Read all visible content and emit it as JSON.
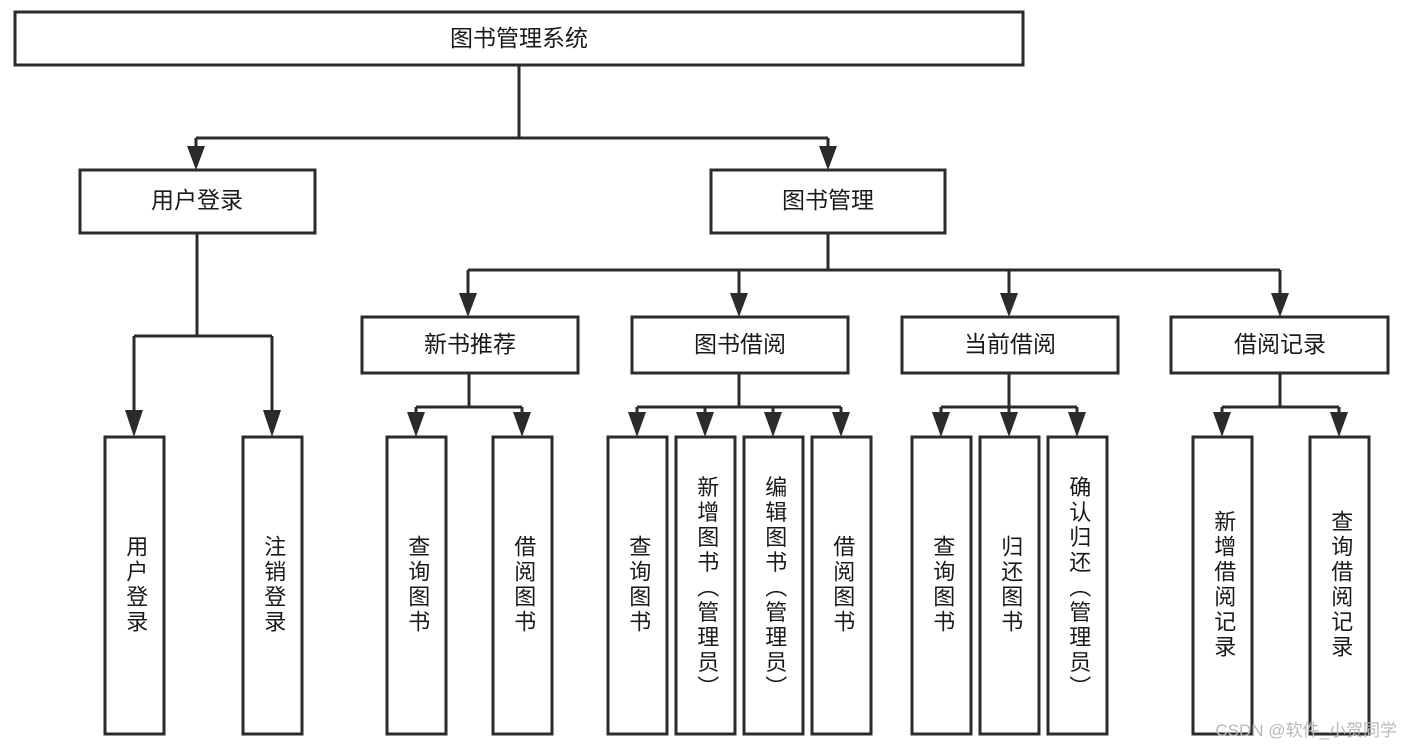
{
  "diagram": {
    "title": "图书管理系统",
    "watermark": "CSDN @软件_小贺同学",
    "colors": {
      "stroke": "#2b2b2b",
      "fill": "#ffffff",
      "text": "#1a1a1a",
      "background": "#ffffff",
      "watermark": "#b9b9b9"
    },
    "root": {
      "label": "图书管理系统"
    },
    "level2": [
      {
        "label": "用户登录"
      },
      {
        "label": "图书管理"
      }
    ],
    "level3": [
      {
        "label": "新书推荐"
      },
      {
        "label": "图书借阅"
      },
      {
        "label": "当前借阅"
      },
      {
        "label": "借阅记录"
      }
    ],
    "leaves": {
      "user_login": [
        {
          "label": "用户登录"
        },
        {
          "label": "注销登录"
        }
      ],
      "new_book_recommend": [
        {
          "label": "查询图书"
        },
        {
          "label": "借阅图书"
        }
      ],
      "book_borrow": [
        {
          "label": "查询图书"
        },
        {
          "label": "新增图书（管理员）"
        },
        {
          "label": "编辑图书（管理员）"
        },
        {
          "label": "借阅图书"
        }
      ],
      "current_borrow": [
        {
          "label": "查询图书"
        },
        {
          "label": "归还图书"
        },
        {
          "label": "确认归还（管理员）"
        }
      ],
      "borrow_record": [
        {
          "label": "新增借阅记录"
        },
        {
          "label": "查询借阅记录"
        }
      ]
    }
  }
}
